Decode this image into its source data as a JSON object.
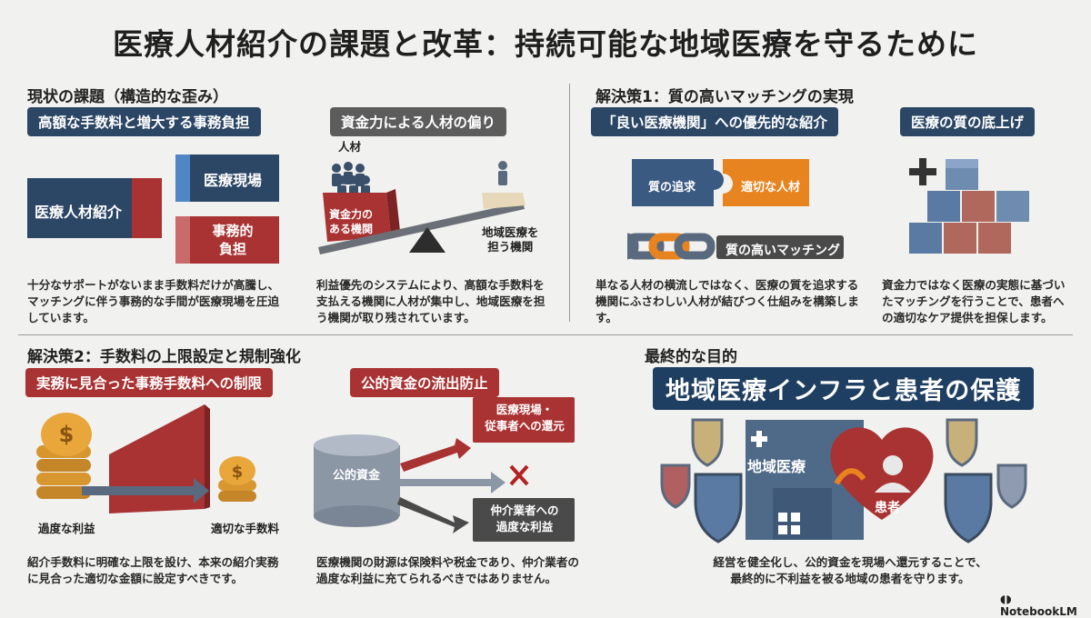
{
  "title": "医療人材紹介の課題と改革：持続可能な地域医療を守るために",
  "current": {
    "heading": "現状の課題（構造的な歪み）",
    "left": {
      "banner": "高額な手数料と増大する事務負担",
      "box_main": "医療人材紹介",
      "box_site": "医療現場",
      "box_burden_1": "事務的",
      "box_burden_2": "負担",
      "text": [
        "十分なサポートがないまま手数料だけが高騰し、",
        "マッチングに伴う事務的な手間が医療現場を圧迫",
        "しています。"
      ]
    },
    "right": {
      "banner": "資金力による人材の偏り",
      "people_label": "人材",
      "rich_1": "資金力の",
      "rich_2": "ある機関",
      "local_1": "地域医療を",
      "local_2": "担う機関",
      "text": [
        "利益優先のシステムにより、高額な手数料を",
        "支払える機関に人材が集中し、地域医療を担",
        "う機関が取り残されています。"
      ]
    }
  },
  "solution1": {
    "heading": "解決策1：質の高いマッチングの実現",
    "left": {
      "banner": "「良い医療機関」への優先的な紹介",
      "puzzle_left": "質の追求",
      "puzzle_right": "適切な人材",
      "chain_label": "質の高いマッチング",
      "text": [
        "単なる人材の横流しではなく、医療の質を追求する",
        "機関にふさわしい人材が結びつく仕組みを構築しま",
        "す。"
      ]
    },
    "right": {
      "banner": "医療の質の底上げ",
      "text": [
        "資金力ではなく医療の実態に基づい",
        "たマッチングを行うことで、患者へ",
        "の適切なケア提供を担保します。"
      ]
    }
  },
  "solution2": {
    "heading": "解決策2：手数料の上限設定と規制強化",
    "left": {
      "banner": "実務に見合った事務手数料への制限",
      "excess_label": "過度な利益",
      "proper_label": "適切な手数料",
      "text": [
        "紹介手数料に明確な上限を設け、本来の紹介実務",
        "に見合った適切な金額に設定すべきです。"
      ]
    },
    "right": {
      "banner": "公的資金の流出防止",
      "cylinder_label": "公的資金",
      "return_1": "医療現場・",
      "return_2": "従事者への還元",
      "broker_1": "仲介業者への",
      "broker_2": "過度な利益",
      "text": [
        "医療機関の財源は保険料や税金であり、仲介業者の",
        "過度な利益に充てられるべきではありません。"
      ]
    }
  },
  "final": {
    "heading": "最終的な目的",
    "banner": "地域医療インフラと患者の保護",
    "building_label": "地域医療",
    "patient_label": "患者",
    "text": [
      "経営を健全化し、公的資金を現場へ還元することで、",
      "最終的に不利益を被る地域の患者を守ります。"
    ]
  },
  "logo": "NotebookLM",
  "colors": {
    "navy": "#2c4766",
    "red": "#a93232",
    "orange": "#e8841f",
    "gray": "#5c5c5c",
    "gold": "#d8a53a"
  }
}
